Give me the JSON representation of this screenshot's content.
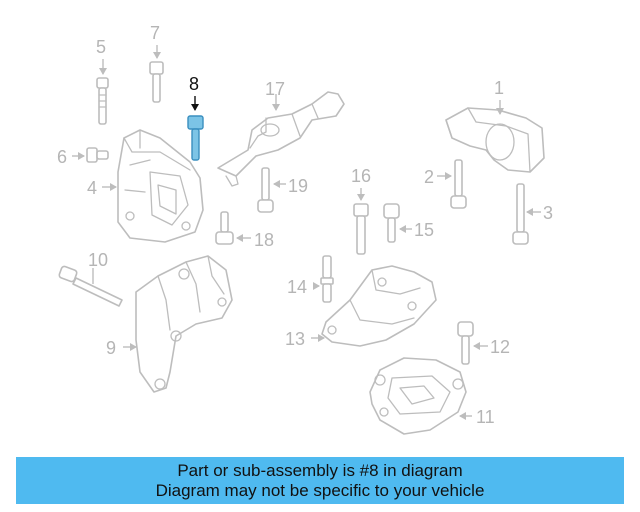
{
  "callouts": {
    "c1": "1",
    "c2": "2",
    "c3": "3",
    "c4": "4",
    "c5": "5",
    "c6": "6",
    "c7": "7",
    "c8": "8",
    "c9": "9",
    "c10": "10",
    "c11": "11",
    "c12": "12",
    "c13": "13",
    "c14": "14",
    "c15": "15",
    "c16": "16",
    "c17": "17",
    "c18": "18",
    "c19": "19"
  },
  "highlighted_part": "8",
  "colors": {
    "highlight": "#7cc4e6",
    "banner": "#4fbaf0",
    "line_art": "#bdbdbd"
  },
  "banner": {
    "line1": "Part or sub-assembly is #8 in diagram",
    "line2": "Diagram may not be specific to your vehicle"
  }
}
